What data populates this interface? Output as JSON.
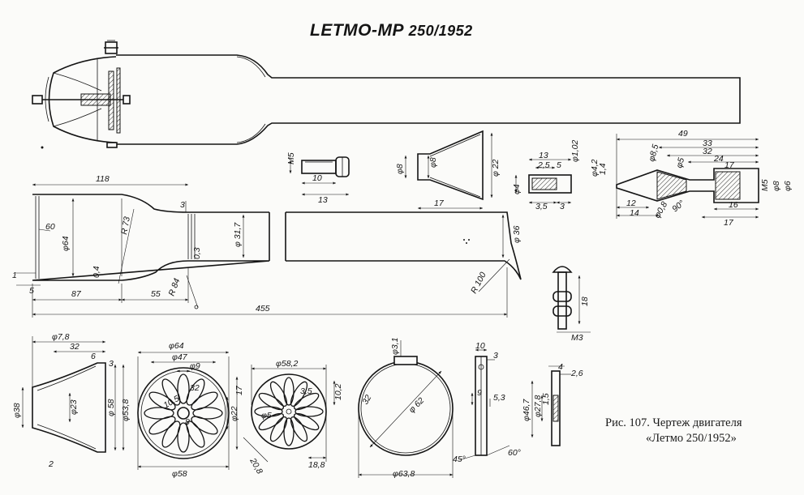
{
  "title": {
    "main": "LETMO-MP",
    "suffix": "250/1952"
  },
  "caption": {
    "line1": "Рис.    107.  Чертеж  двигателя",
    "line2": "«Летмо  250/1952»"
  },
  "dims": {
    "d118": "118",
    "d455": "455",
    "d87": "87",
    "d55": "55",
    "d5": "5",
    "d1": "1",
    "d64": "φ64",
    "d60": "60",
    "r73": "R 73",
    "d04": "0,4",
    "d3": "3",
    "d03": "0,3",
    "r84": "R 84",
    "d31_7": "φ 31,7",
    "d36": "φ 36",
    "r100": "R 100",
    "m5a": "M5",
    "d10a": "10",
    "d13a": "13",
    "d8a": "φ8",
    "d8b": "φ8",
    "d22a": "φ 22",
    "d17a": "17",
    "s13": "13",
    "s25": "2,5",
    "s5": "5",
    "s1_02": "φ1,02",
    "s4": "φ4",
    "s3_5": "3,5",
    "s3": "3",
    "r42": "φ4,2",
    "r14": "1,4",
    "n49": "49",
    "n33": "33",
    "n32": "32",
    "n24": "24",
    "n17": "17",
    "n8_5": "φ8,5",
    "n5": "φ5",
    "n12": "12",
    "n14": "14",
    "n0_8": "φ0,8",
    "n90": "90°",
    "n16": "16",
    "n17b": "17",
    "nm5": "M5",
    "n8": "φ8",
    "n6": "φ6",
    "b18": "18",
    "bm3": "M3",
    "c7_8": "φ7,8",
    "c32": "32",
    "c6": "6",
    "c3": "3",
    "c38": "φ38",
    "c23": "φ23",
    "c58": "φ 58",
    "c53_8": "φ53,8",
    "c2": "2",
    "w64": "φ64",
    "w47": "φ47",
    "w9": "φ9",
    "w17": "17",
    "w32": "32",
    "w22": "φ22",
    "w10_5": "10,5",
    "w8": "8",
    "w58": "φ58",
    "v58_2": "φ58,2",
    "v10_2": "10,2",
    "v3_5": "3,5",
    "v5": "φ5",
    "v20_8": "20,8",
    "v18_8": "18,8",
    "h3_1": "φ3,1",
    "h32": "32",
    "h62": "φ 62",
    "h63_8": "φ63,8",
    "k10": "10",
    "k3": "3",
    "k9": "9",
    "k5_3": "5,3",
    "k45": "45°",
    "k60": "60°",
    "t4": "4",
    "t2_6": "2,6",
    "t46_7": "φ46,7",
    "t27_8": "φ27,8",
    "t1_5": "1,5"
  }
}
